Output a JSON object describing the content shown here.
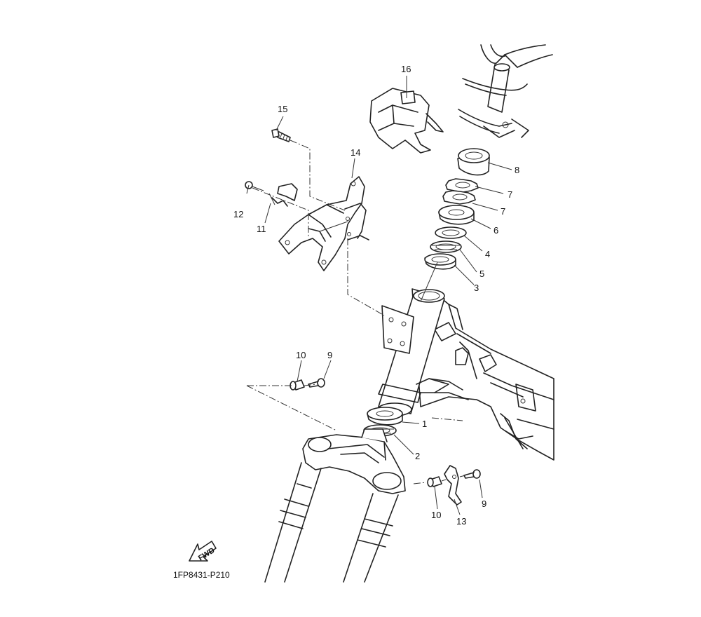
{
  "diagram_code": "1FP8431-P210",
  "fwd_label": "FWD",
  "callouts": {
    "c1": "1",
    "c2": "2",
    "c3": "3",
    "c4": "4",
    "c5": "5",
    "c6": "6",
    "c7a": "7",
    "c7b": "7",
    "c8": "8",
    "c9a": "9",
    "c9b": "9",
    "c10a": "10",
    "c10b": "10",
    "c11": "11",
    "c12": "12",
    "c13": "13",
    "c14": "14",
    "c15": "15",
    "c16": "16"
  }
}
